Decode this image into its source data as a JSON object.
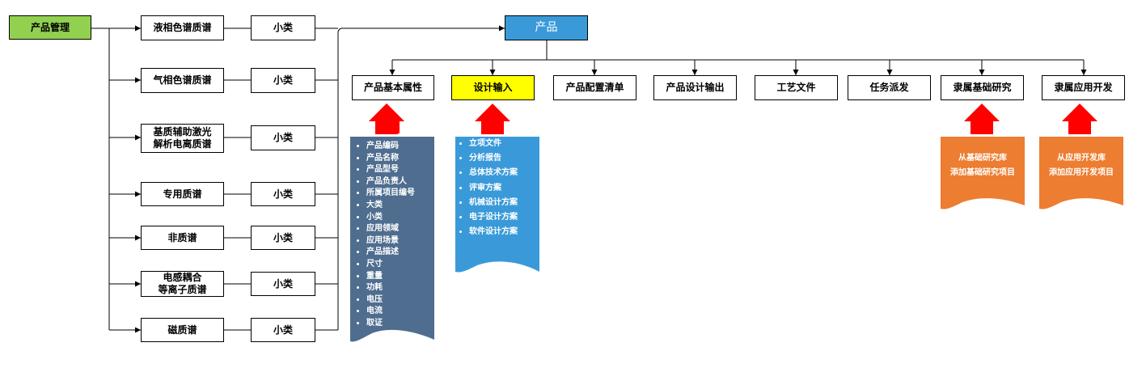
{
  "root": {
    "label": "产品管理"
  },
  "categories": [
    {
      "label": "液相色谱质谱",
      "sub": "小类"
    },
    {
      "label": "气相色谱质谱",
      "sub": "小类"
    },
    {
      "label": "基质辅助激光\n解析电离质谱",
      "sub": "小类"
    },
    {
      "label": "专用质谱",
      "sub": "小类"
    },
    {
      "label": "非质谱",
      "sub": "小类"
    },
    {
      "label": "电感耦合\n等离子质谱",
      "sub": "小类"
    },
    {
      "label": "磁质谱",
      "sub": "小类"
    }
  ],
  "product": {
    "label": "产品"
  },
  "modules": [
    {
      "label": "产品基本属性"
    },
    {
      "label": "设计输入"
    },
    {
      "label": "产品配置清单"
    },
    {
      "label": "产品设计输出"
    },
    {
      "label": "工艺文件"
    },
    {
      "label": "任务派发"
    },
    {
      "label": "隶属基础研究"
    },
    {
      "label": "隶属应用开发"
    }
  ],
  "attributes_list": [
    "产品编码",
    "产品名称",
    "产品型号",
    "产品负责人",
    "所属项目编号",
    "大类",
    "小类",
    "应用领域",
    "应用场景",
    "产品描述",
    "尺寸",
    "重量",
    "功耗",
    "电压",
    "电流",
    "取证"
  ],
  "design_input_list": [
    "立项文件",
    "分析报告",
    "总体技术方案",
    "评审方案",
    "机械设计方案",
    "电子设计方案",
    "软件设计方案"
  ],
  "basic_research_note": "从基础研究库\n添加基础研究项目",
  "app_dev_note": "从应用开发库\n添加应用开发项目",
  "colors": {
    "root": "#92d050",
    "product": "#3a9ad9",
    "highlight": "#ffff00",
    "arrow": "#ff0000",
    "doc_gray": "#4f6d8f",
    "doc_blue": "#3a9ad9",
    "doc_orange": "#ed7d31"
  }
}
